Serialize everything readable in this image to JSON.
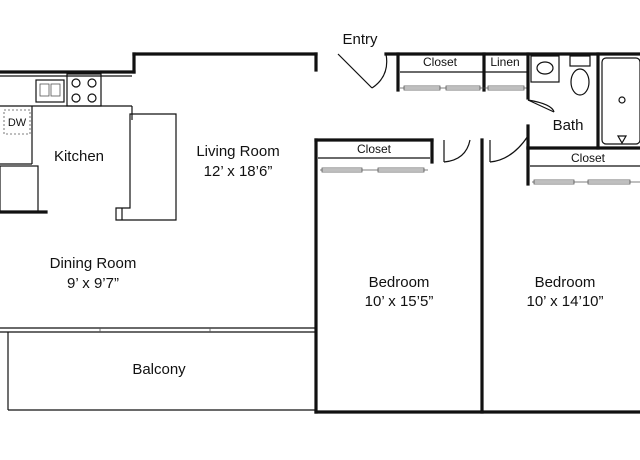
{
  "rooms": {
    "entry": {
      "name": "Entry"
    },
    "kitchen": {
      "name": "Kitchen"
    },
    "living": {
      "name": "Living Room",
      "size": "12’ x 18’6”"
    },
    "dining": {
      "name": "Dining Room",
      "size": "9’ x 9’7”"
    },
    "balcony": {
      "name": "Balcony"
    },
    "bath": {
      "name": "Bath"
    },
    "bedroom1": {
      "name": "Bedroom",
      "size": "10’ x 15’5”"
    },
    "bedroom2": {
      "name": "Bedroom",
      "size": "10’ x 14’10”"
    }
  },
  "closets": {
    "entry_closet": "Closet",
    "linen": "Linen",
    "bedroom1_closet": "Closet",
    "bedroom2_closet": "Closet"
  },
  "appliances": {
    "dishwasher": "DW"
  }
}
